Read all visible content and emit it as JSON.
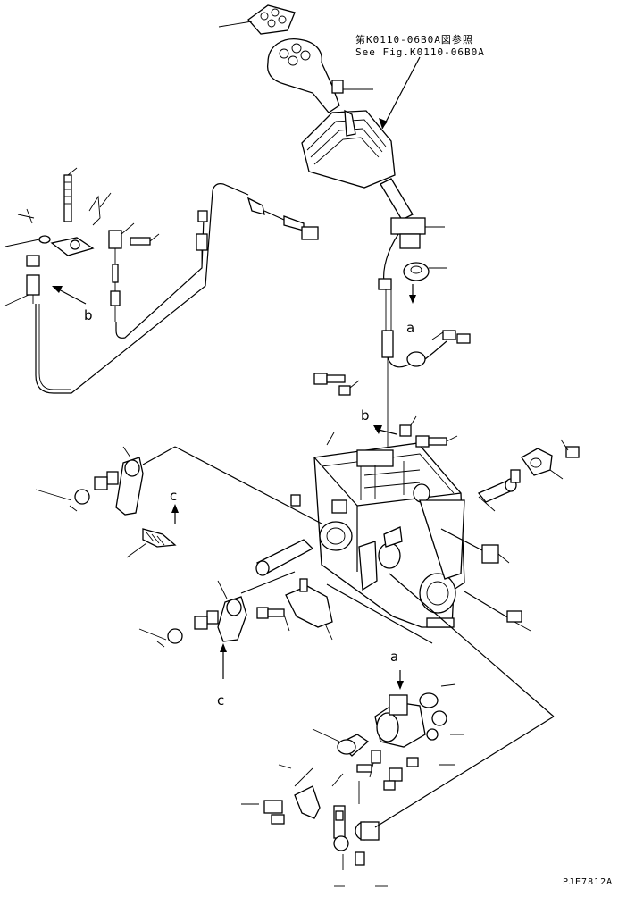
{
  "reference_note": {
    "line1": "第K0110-06B0A図参照",
    "line2": "See Fig.K0110-06B0A"
  },
  "labels": {
    "a_top": "a",
    "a_bottom": "a",
    "b_left": "b",
    "b_center": "b",
    "c_right": "c",
    "c_left": "c"
  },
  "drawing_code": "PJE7812A",
  "icons": {
    "arrow": "arrow-icon"
  }
}
